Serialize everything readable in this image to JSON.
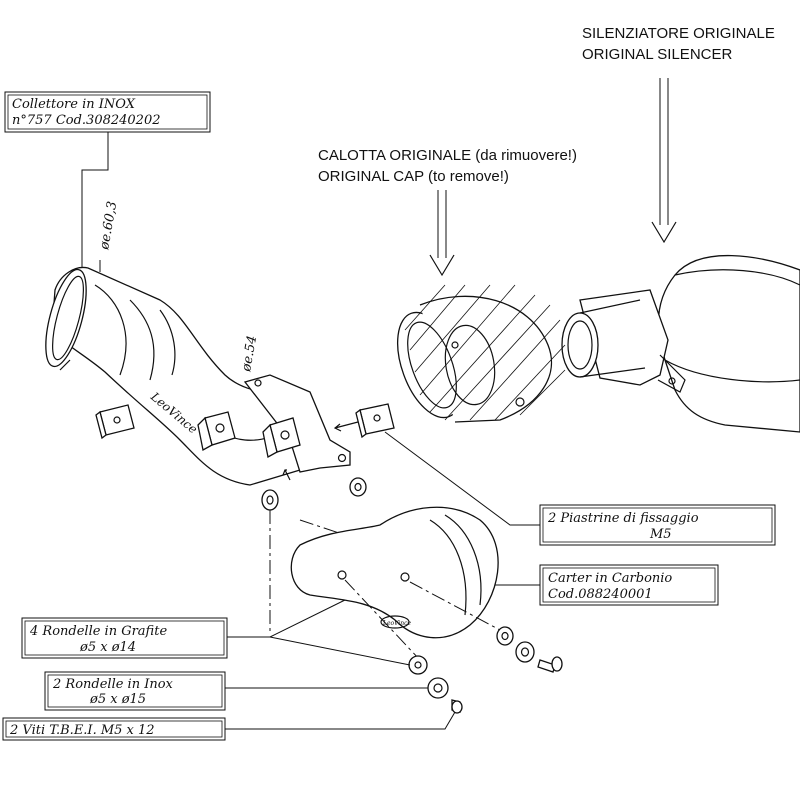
{
  "labels": {
    "silencer_it": "SILENZIATORE ORIGINALE",
    "silencer_en": "ORIGINAL SILENCER",
    "cap_it": "CALOTTA ORIGINALE (da rimuovere!)",
    "cap_en": "ORIGINAL CAP (to remove!)",
    "collector_1": "Collettore in INOX",
    "collector_2": "n°757   Cod.308240202",
    "diameter_60": "øe.60,3",
    "diameter_54": "øe.54",
    "brand": "LeoVince",
    "plates_1": "2 Piastrine di fissaggio",
    "plates_2": "M5",
    "carter_1": "Carter in Carbonio",
    "carter_2": "Cod.088240001",
    "graphite_1": "4 Rondelle in Grafite",
    "graphite_2": "ø5 x ø14",
    "inox_1": "2 Rondelle in Inox",
    "inox_2": "ø5 x ø15",
    "screws": "2 Viti T.B.E.I. M5 x 12"
  }
}
